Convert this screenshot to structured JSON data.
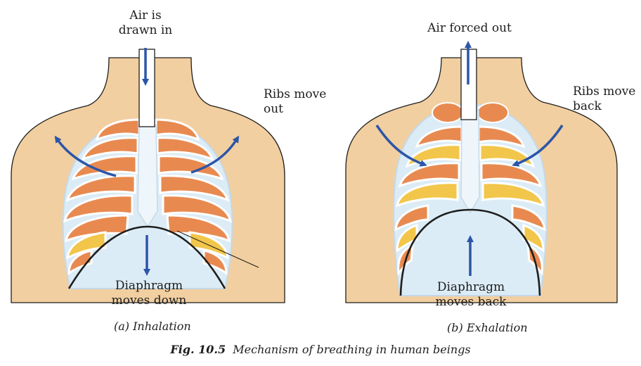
{
  "inhalation": {
    "air_label_line1": "Air is",
    "air_label_line2": "drawn in",
    "ribs_label_line1": "Ribs move",
    "ribs_label_line2": "out",
    "diaphragm_label_line1": "Diaphragm",
    "diaphragm_label_line2": "moves down",
    "caption": "(a) Inhalation"
  },
  "exhalation": {
    "air_label": "Air forced out",
    "ribs_label_line1": "Ribs move",
    "ribs_label_line2": "back",
    "diaphragm_label_line1": "Diaphragm",
    "diaphragm_label_line2": "moves back",
    "caption": "(b) Exhalation"
  },
  "figure": {
    "number": "Fig. 10.5",
    "title": "Mechanism of breathing in human beings"
  },
  "colors": {
    "skin": "#f2cfa0",
    "rib_orange": "#e88a50",
    "rib_yellow": "#f2c64a",
    "bone": "#dcecf6",
    "arrow": "#2b55a8",
    "outline": "#1e1e1e"
  }
}
